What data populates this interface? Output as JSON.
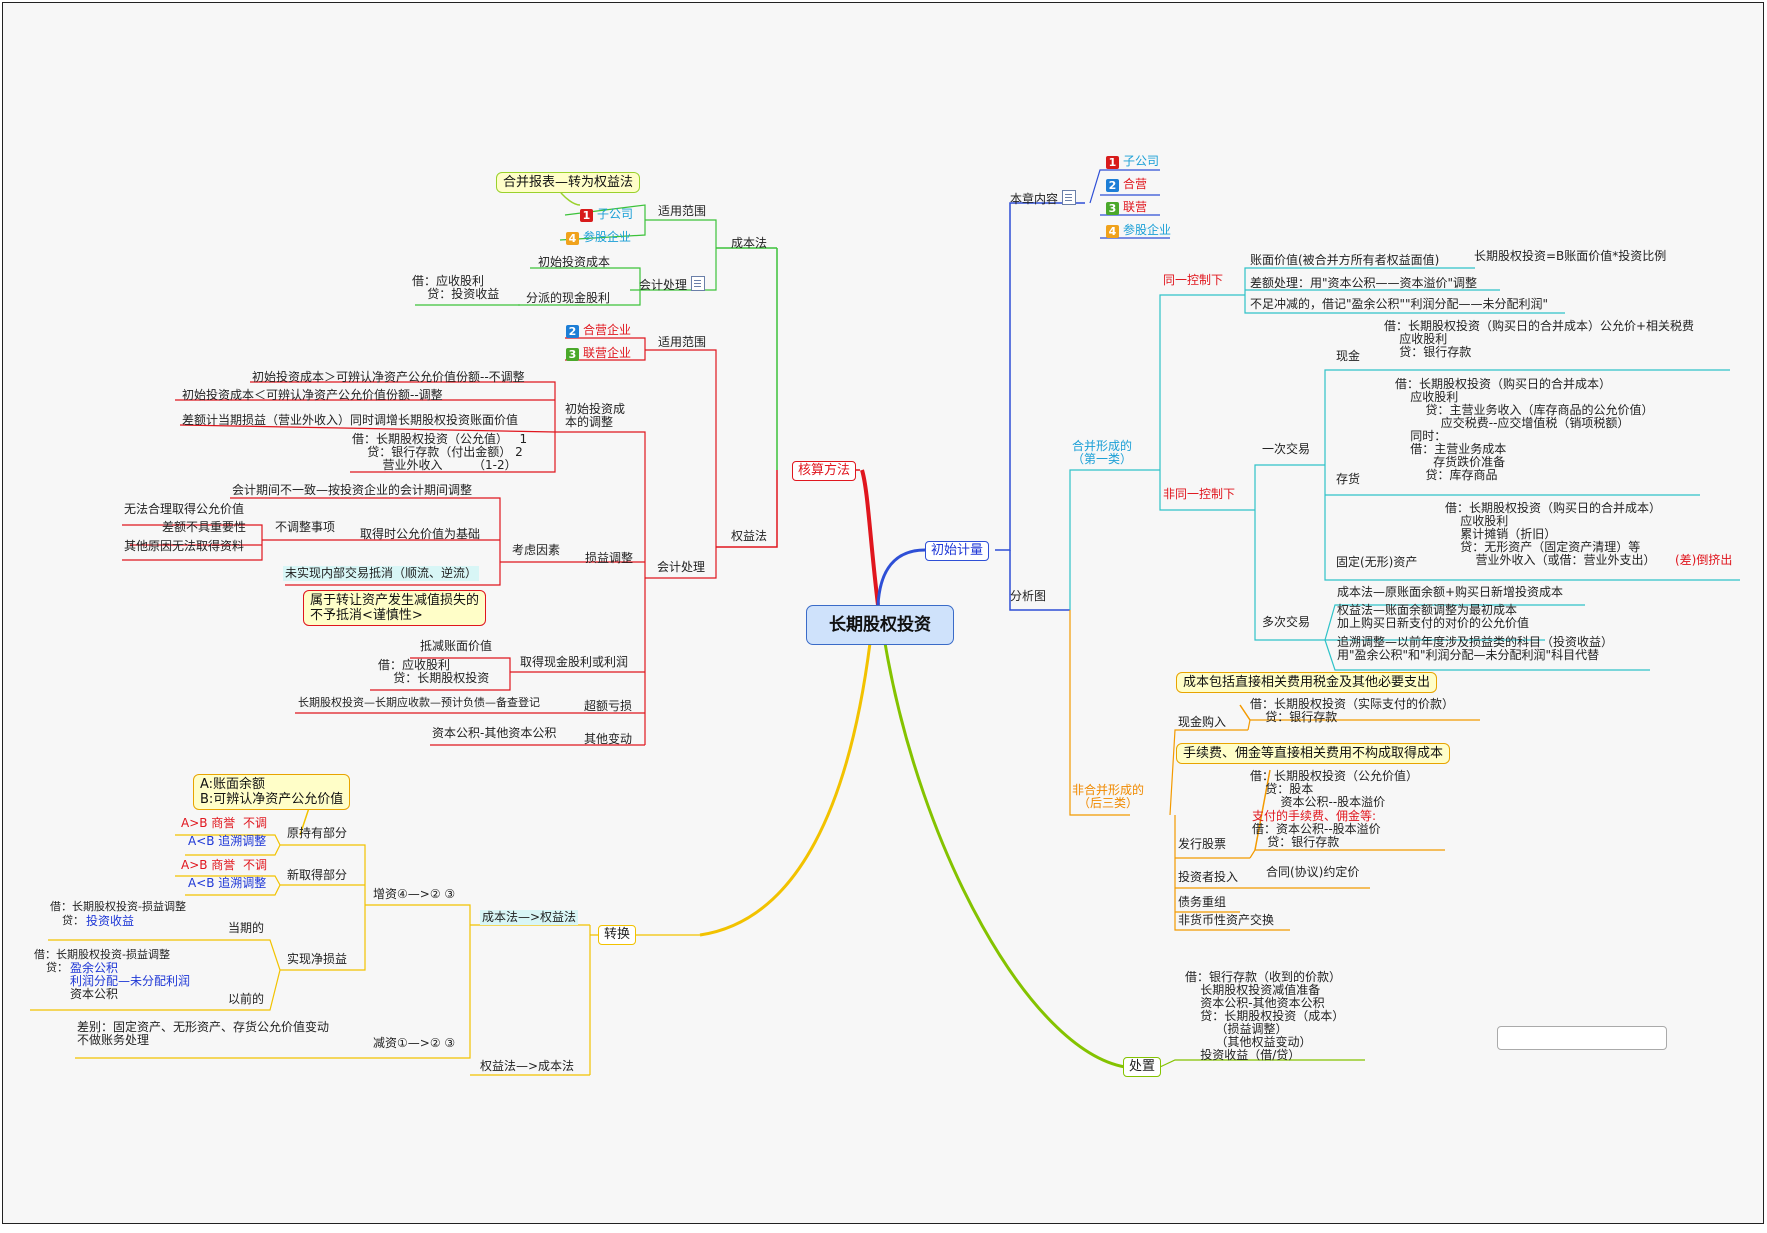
{
  "root": "长期股权投资",
  "main": {
    "accounting": "核算方法",
    "initial": "初始计量",
    "conversion": "转换",
    "disposal": "处置"
  },
  "left_cost": {
    "title": "成本法",
    "scope": "适用范围",
    "callout_merge": "合并报表—转为权益法",
    "sub": "子公司",
    "part4": "参股企业",
    "accounting": "会计处理",
    "init_cost": "初始投资成本",
    "dividend": "分派的现金股利",
    "dividend_entry": "借：应收股利\n    贷：投资收益"
  },
  "left_equity": {
    "title": "权益法",
    "scope": "适用范围",
    "joint": "合营企业",
    "assoc": "联营企业",
    "init_adj": "初始投资成\n本的调整",
    "adj1": "初始投资成本＞可辨认净资产公允价值份额--不调整",
    "adj2": "初始投资成本＜可辨认净资产公允价值份额--调整",
    "adj3": "差额计当期损益（营业外收入）同时调增长期股权投资账面价值",
    "adj_entry": "借：长期股权投资（公允值）   1\n    贷：银行存款（付出金额） 2\n        营业外收入        （1-2）",
    "accounting": "会计处理",
    "factors": "考虑因素",
    "period": "会计期间不一致—按投资企业的会计期间调整",
    "fair_base": "取得时公允价值为基础",
    "no_adjust": "不调整事项",
    "n1": "无法合理取得公允价值",
    "n2": "差额不具重要性",
    "n3": "其他原因无法取得资料",
    "unrealized": "未实现内部交易抵消（顺流、逆流）",
    "impairment": "属于转让资产发生减值损失的\n不予抵消<谨慎性>",
    "pl_adjust": "损益调整",
    "cash_div": "取得现金股利或利润",
    "offset": "抵减账面价值",
    "div_entry": "借：应收股利\n    贷：长期股权投资",
    "excess": "超额亏损",
    "excess_detail": "长期股权投资—长期应收款—预计负债—备查登记",
    "other": "其他变动",
    "other_detail": "资本公积-其他资本公积"
  },
  "conv": {
    "cost_to_eq": "成本法—>权益法",
    "eq_to_cost": "权益法—>成本法",
    "increase": "增资④—>② ③",
    "decrease": "减资①—>② ③",
    "callout_ab": "A:账面余额\nB:可辨认净资产公允价值",
    "orig": "原持有部分",
    "new": "新取得部分",
    "agtb1": "A>B 商誉  不调",
    "altb1": "A<B 追溯调整",
    "agtb2": "A>B 商誉  不调",
    "altb2": "A<B 追溯调整",
    "net_pl": "实现净损益",
    "current": "当期的",
    "cur_entry_1": "借：长期股权投资-损益调整",
    "cur_entry_2": "贷：",
    "cur_entry_3": "投资收益",
    "previous": "以前的",
    "prev_entry_1": "借：长期股权投资-损益调整",
    "prev_entry_2": "贷：",
    "prev_entry_3": "盈余公积",
    "prev_entry_4": "利润分配—未分配利润",
    "prev_entry_5": "资本公积",
    "diff": "差别：固定资产、无形资产、存货公允价值变动\n不做账务处理"
  },
  "right": {
    "chapter": "本章内容",
    "c1": "子公司",
    "c2": "合营",
    "c3": "联营",
    "c4": "参股企业",
    "analysis": "分析图",
    "merge": "合并形成的\n（第一类）",
    "same": "同一控制下",
    "book": "账面价值(被合并方所有者权益面值)",
    "book_eq": "长期股权投资=B账面价值*投资比例",
    "diff": "差额处理：用\"资本公积——资本溢价\"调整",
    "deficit": "不足冲减的，借记\"盈余公积\"\"利润分配——未分配利润\"",
    "diff_ctrl": "非同一控制下",
    "one": "一次交易",
    "cash": "现金",
    "cash_entry": "借：长期股权投资（购买日的合并成本）公允价+相关税费\n    应收股利\n    贷：银行存款",
    "inventory": "存货",
    "inv_entry": "借：长期股权投资（购买日的合并成本）\n    应收股利\n        贷：主营业务收入（库存商品的公允价值）\n            应交税费--应交增值税（销项税额）\n    同时：\n    借：主营业务成本\n          存货跌价准备\n        贷：库存商品",
    "fixed": "固定(无形)资产",
    "fix_entry": "借：长期股权投资（购买日的合并成本）\n    应收股利\n    累计摊销（折旧）\n    贷：无形资产（固定资产清理）等\n        营业外收入（或借：营业外支出）",
    "fix_red": "(差)倒挤出",
    "multi": "多次交易",
    "m1": "成本法—原账面余额+购买日新增投资成本",
    "m2": "权益法—账面余额调整为最初成本\n加上购买日新支付的对价的公允价值",
    "m3": "追溯调整—以前年度涉及损益类的科目（投资收益）\n用\"盈余公积\"和\"利润分配—未分配利润\"科目代替",
    "nonmerge": "非合并形成的\n（后三类）",
    "cash_buy": "现金购入",
    "cash_buy_call": "成本包括直接相关费用税金及其他必要支出",
    "cash_buy_entry": "借：长期股权投资（实际支付的价款）\n    贷：银行存款",
    "issue": "发行股票",
    "issue_call": "手续费、佣金等直接相关费用不构成取得成本",
    "issue_entry": "借：长期股权投资（公允价值）\n    贷：股本\n        资本公积--股本溢价",
    "issue_red": "支付的手续费、佣金等:",
    "issue_entry2": "借：资本公积--股本溢价\n    贷：银行存款",
    "investor": "投资者投入",
    "contract": "合同(协议)约定价",
    "debt": "债务重组",
    "nonmon": "非货币性资产交换",
    "disposal_entry": "借：银行存款（收到的价款）\n    长期股权投资减值准备\n    资本公积-其他资本公积\n    贷：长期股权投资（成本）\n        （损益调整）\n        （其他权益变动）\n    投资收益（借/贷）"
  },
  "colors": {
    "red": "#e0161e",
    "green": "#3cc23a",
    "yellow": "#f2c200",
    "lime": "#84c300",
    "blue": "#2e4fd6",
    "cyan": "#2fc2c8",
    "orange": "#f39a00"
  }
}
